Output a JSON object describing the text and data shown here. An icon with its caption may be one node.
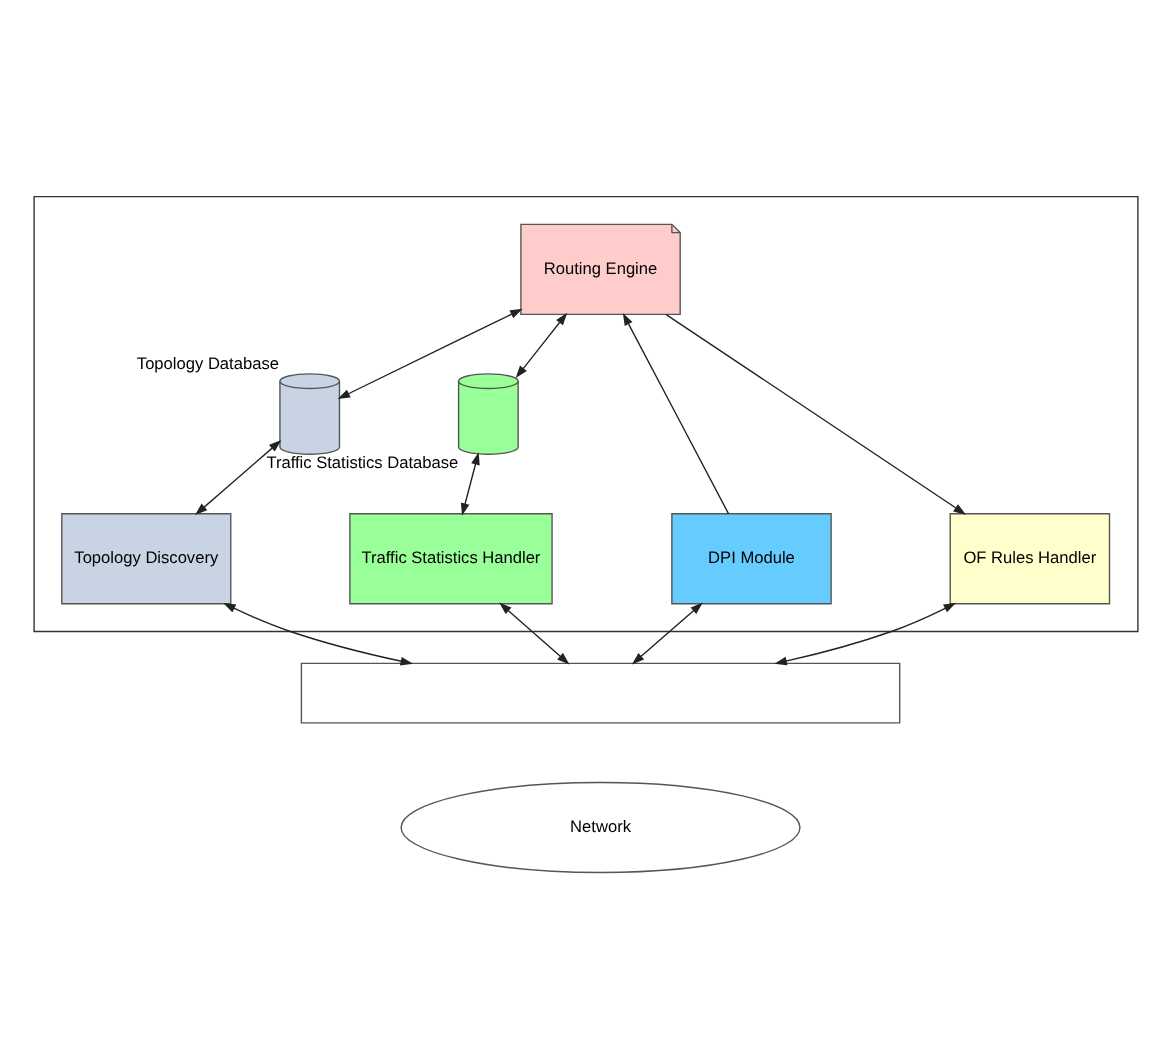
{
  "diagram": {
    "nodes": [
      {
        "text": [],
        "shape": "box"
      },
      {
        "text": [
          "Routing Engine"
        ],
        "in": 0
      },
      {
        "text": [],
        "shape": "cylinder",
        "beside": [
          "Topology Database"
        ],
        "in": 0
      },
      {
        "text": [],
        "shape": "cylinder",
        "beside": [
          "Traffic Statistics Database"
        ],
        "in": 0
      },
      {
        "text": [
          "Topology Discovery"
        ],
        "in": 0
      },
      {
        "text": [
          "Traffic Statistics Handler"
        ],
        "in": 0
      },
      {
        "text": [
          "DPI Module"
        ],
        "in": 0
      },
      {
        "text": [
          "OF Rules Handler"
        ],
        "in": 0
      },
      {
        "text": [],
        "shape": "box"
      },
      {
        "text": [
          "Network"
        ]
      }
    ],
    "edges": [
      {
        "from": 1,
        "to": 2,
        "arrow": "both"
      },
      {
        "from": 1,
        "to": 3,
        "arrow": "both"
      },
      {
        "from": 2,
        "to": 4,
        "arrow": "both"
      },
      {
        "from": 3,
        "to": 5,
        "arrow": "both"
      },
      {
        "from": 6,
        "to": 1,
        "arrow": "to"
      },
      {
        "from": 1,
        "to": 7,
        "arrow": "to"
      },
      {
        "from": 4,
        "to": 8,
        "arrow": "both"
      },
      {
        "from": 5,
        "to": 8,
        "arrow": "both"
      },
      {
        "from": 6,
        "to": 8,
        "arrow": "both"
      },
      {
        "from": 7,
        "to": 8,
        "arrow": "both"
      }
    ]
  }
}
